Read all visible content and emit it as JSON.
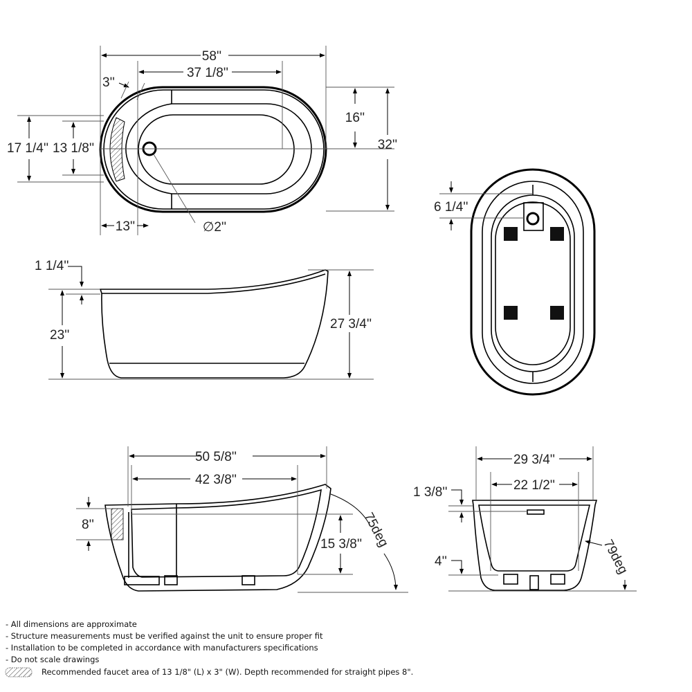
{
  "top_view": {
    "overall_length": "58''",
    "inner_length": "37 1/8''",
    "rim_thickness": "3''",
    "faucet_area_outer": "17 1/4''",
    "faucet_area_inner": "13 1/8''",
    "drain_offset": "13''",
    "drain_diameter": "∅2''",
    "half_width": "16''",
    "overall_width": "32''"
  },
  "side_view": {
    "rim_height": "1 1/4''",
    "low_end_height": "23''",
    "high_end_height": "27 3/4''"
  },
  "bottom_view": {
    "drain_offset": "6 1/4''"
  },
  "section_long": {
    "top_length": "50 5/8''",
    "interior_length": "42 3/8''",
    "faucet_depth": "8''",
    "interior_depth": "15 3/8''",
    "back_angle": "75deg"
  },
  "section_short": {
    "top_width": "29 3/4''",
    "interior_width": "22 1/2''",
    "rim_height": "1 3/8''",
    "base_height": "4''",
    "side_angle": "79deg"
  },
  "notes": [
    "- All dimensions are approximate",
    "- Structure measurements must be verified against the unit to ensure proper fit",
    "- Installation to be completed in accordance with manufacturers specifications",
    "- Do not scale drawings"
  ],
  "legend": {
    "text": "Recommended faucet area of 13 1/8\" (L) x 3\" (W). Depth recommended for straight pipes 8\"."
  }
}
